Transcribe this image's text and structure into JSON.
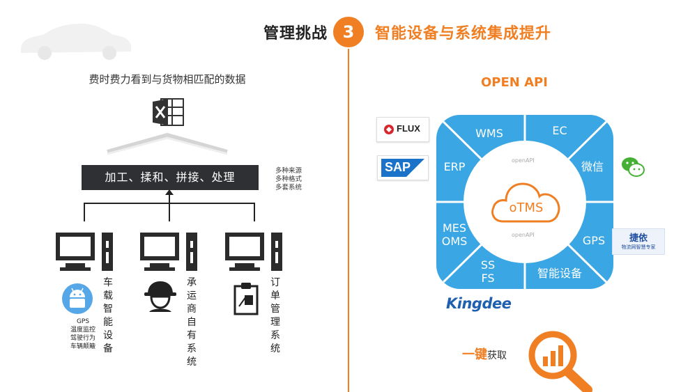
{
  "header": {
    "left_title": "管理挑战",
    "step_number": "3",
    "right_title": "智能设备与系统集成提升"
  },
  "left": {
    "subtitle": "费时费力看到与货物相匹配的数据",
    "process_label": "加工、揉和、拼接、处理",
    "source_notes": [
      "多种来源",
      "多种格式",
      "多套系统"
    ],
    "sources": [
      {
        "label": [
          "车",
          "载",
          "智",
          "能",
          "设",
          "备"
        ],
        "icon": "android-icon"
      },
      {
        "label": [
          "承",
          "运",
          "商",
          "自",
          "有",
          "系",
          "统"
        ],
        "icon": "driver-icon"
      },
      {
        "label": [
          "订",
          "单",
          "管",
          "理",
          "系",
          "统"
        ],
        "icon": "clipboard-icon"
      }
    ],
    "device_notes": [
      "GPS",
      "温度监控",
      "驾驶行为",
      "车辆颠簸"
    ]
  },
  "right": {
    "api_title": "OPEN API",
    "center": "oTMS",
    "openapi_small": "openAPI",
    "segments": {
      "wms": "WMS",
      "ec": "EC",
      "erp": "ERP",
      "wechat": "微信",
      "mes": "MES",
      "oms": "OMS",
      "gps": "GPS",
      "ss": "SS",
      "fs": "FS",
      "smart": "智能设备"
    },
    "logos": {
      "flux": "FLUX",
      "sap": "SAP",
      "jieyi_main": "捷依",
      "jieyi_sub": "物流网智慧专家",
      "kingdee": "Kingdee"
    },
    "one_key": "一键",
    "one_key_small": "获取"
  },
  "colors": {
    "accent": "#f07f23",
    "blue_panel": "#3aa6e3",
    "dark_box": "#2f3033"
  }
}
